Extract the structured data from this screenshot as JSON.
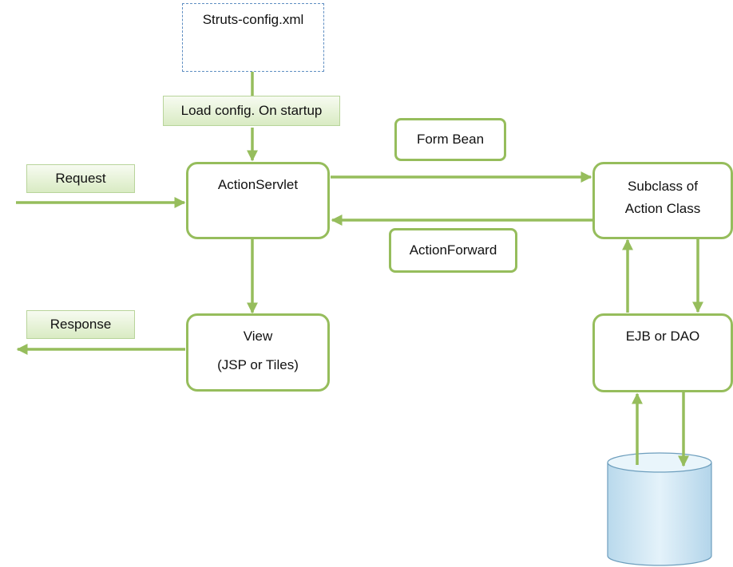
{
  "config_file": "Struts-config.xml",
  "startup_label": "Load config. On startup",
  "request_label": "Request",
  "response_label": "Response",
  "action_servlet": "ActionServlet",
  "form_bean": "Form Bean",
  "action_forward": "ActionForward",
  "action_class": {
    "line1": "Subclass of",
    "line2": "Action Class"
  },
  "view": {
    "line1": "View",
    "line2": "(JSP or Tiles)"
  },
  "ejb_dao": "EJB or DAO",
  "colors": {
    "connector": "#96bd5c",
    "box_border": "#96bd5c",
    "config_border": "#5f8ec2",
    "database": "#c9e4f3"
  }
}
